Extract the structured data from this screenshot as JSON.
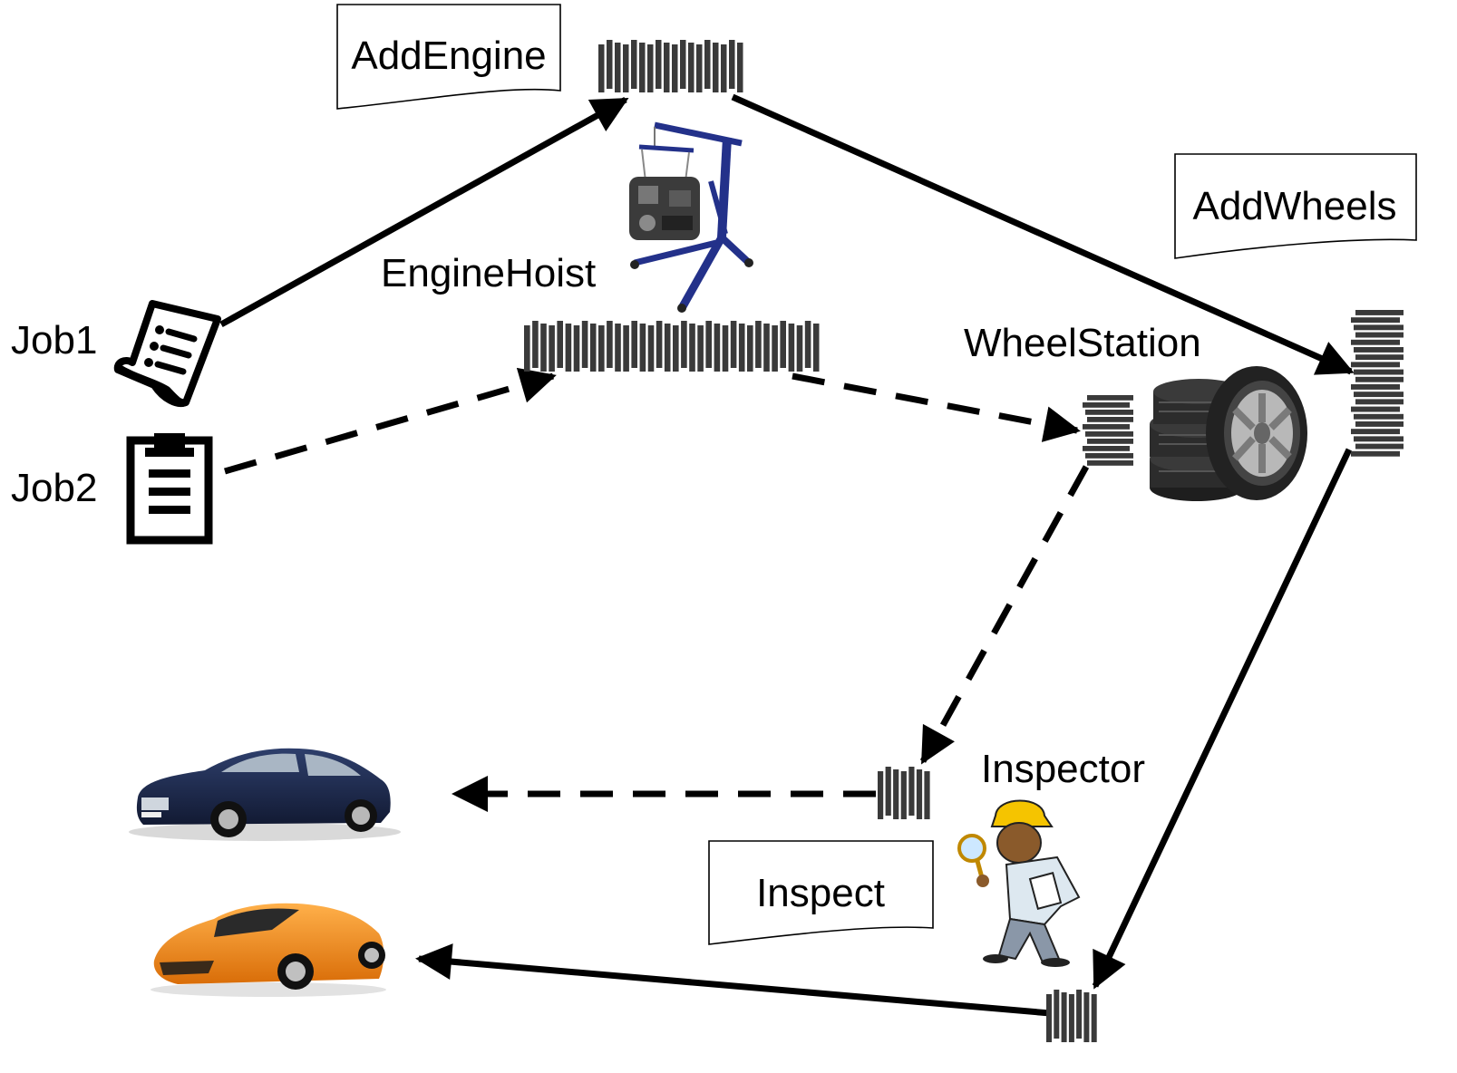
{
  "jobs": [
    {
      "label": "Job1"
    },
    {
      "label": "Job2"
    }
  ],
  "documents": {
    "add_engine": "AddEngine",
    "add_wheels": "AddWheels",
    "inspect": "Inspect"
  },
  "machines": {
    "engine_hoist": "EngineHoist",
    "wheel_station": "WheelStation",
    "inspector": "Inspector"
  },
  "colors": {
    "line": "#000000",
    "queue_bar": "#3a3a3a",
    "sedan_body": "#1c2848",
    "sports_car_body": "#f08a1c",
    "hoist_frame": "#23318a",
    "tire": "#2a2a2a",
    "inspector_helmet": "#f5c400"
  },
  "icons": [
    "job-sheet-icon",
    "clipboard-icon",
    "engine-hoist-icon",
    "tires-icon",
    "inspector-icon",
    "sedan-car-icon",
    "sports-car-icon"
  ]
}
